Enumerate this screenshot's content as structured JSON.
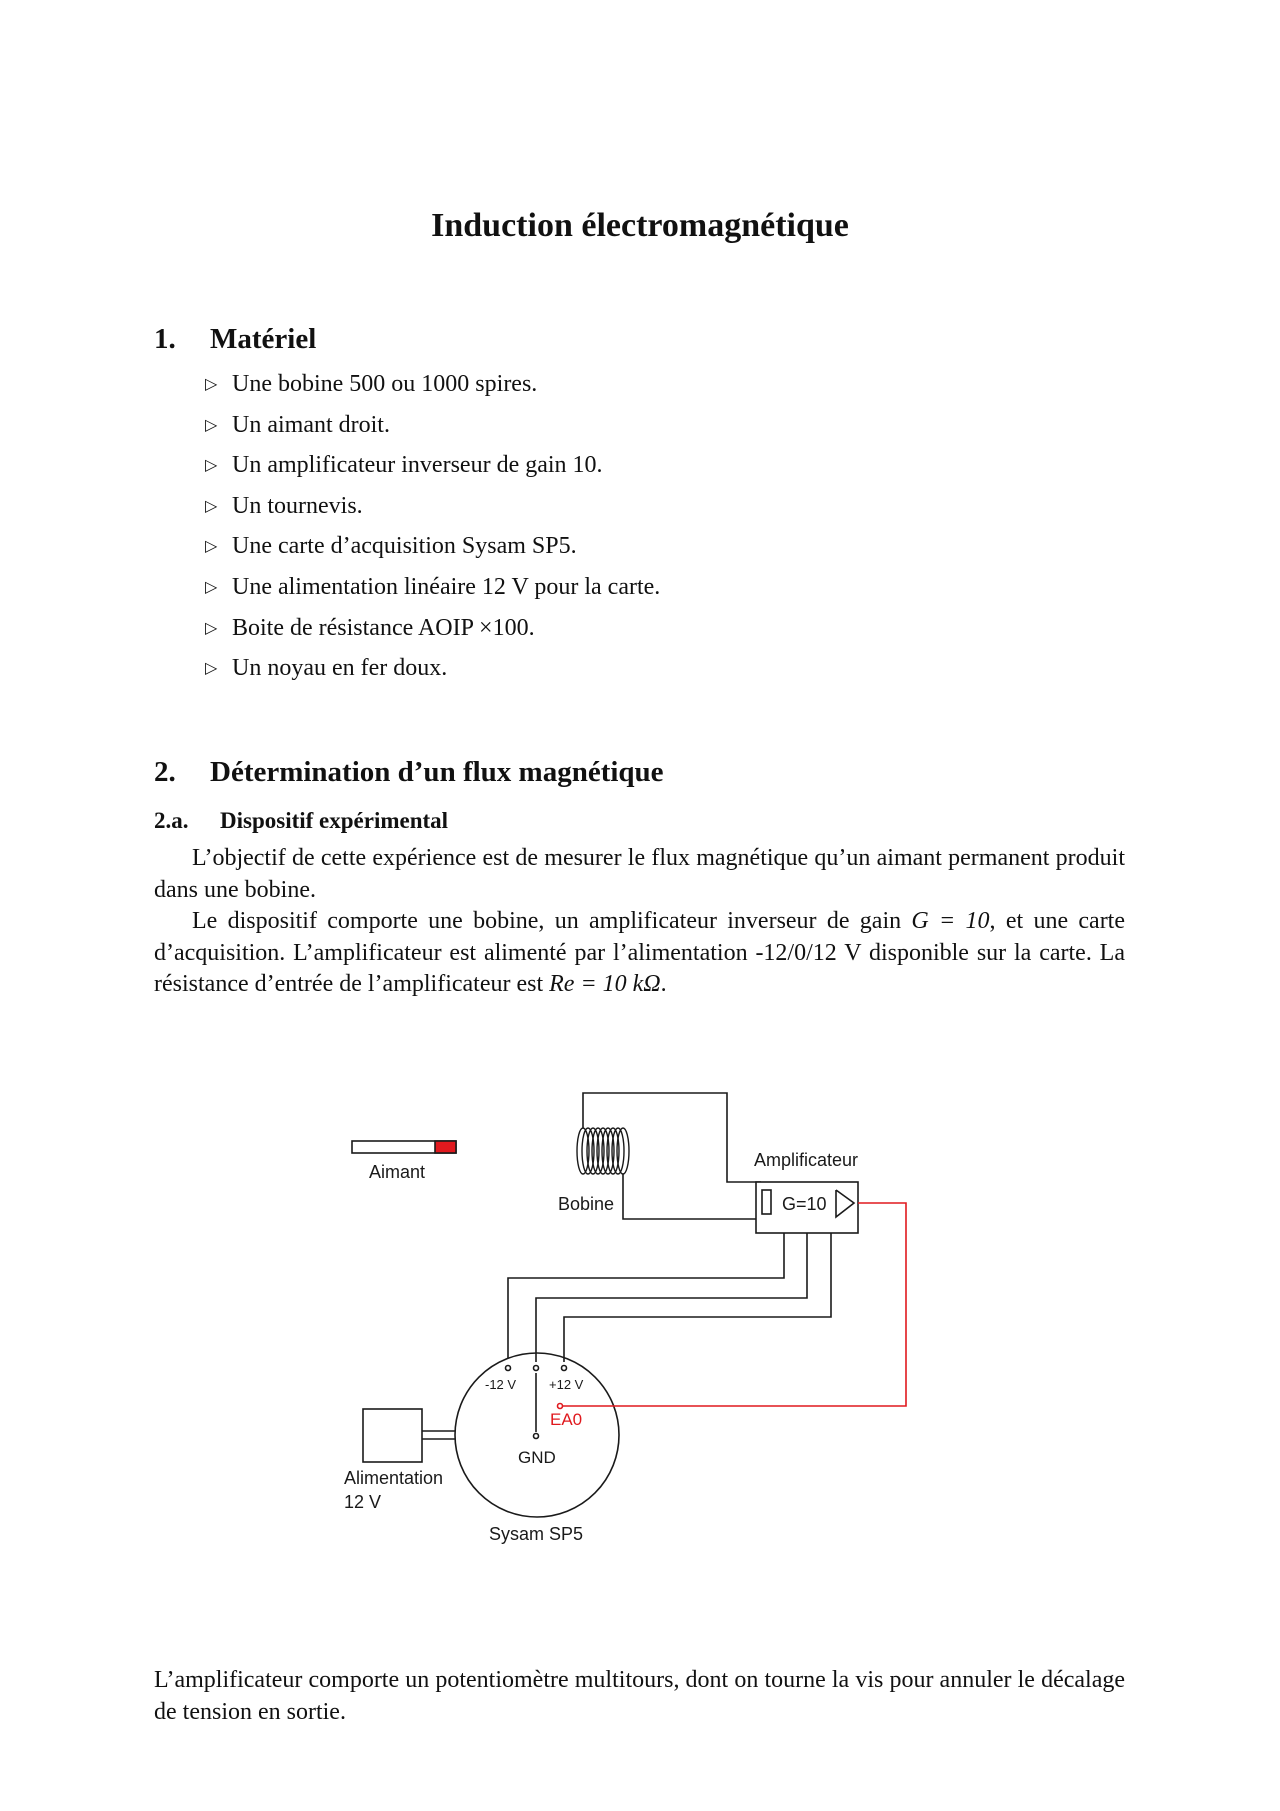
{
  "title": "Induction électromagnétique",
  "section1": {
    "number": "1.",
    "title": "Matériel",
    "items": [
      "Une bobine 500 ou 1000 spires.",
      "Un aimant droit.",
      "Un amplificateur inverseur de gain 10.",
      "Un tournevis.",
      "Une carte d’acquisition Sysam SP5.",
      "Une alimentation linéaire 12 V pour la carte.",
      "Boite de résistance AOIP ×100.",
      "Un noyau en fer doux."
    ]
  },
  "section2": {
    "number": "2.",
    "title": "Détermination d’un flux magnétique",
    "sub_number": "2.a.",
    "sub_title": "Dispositif expérimental",
    "para1": "L’objectif de cette expérience est de mesurer le flux magnétique qu’un aimant permanent produit dans une bobine.",
    "para2_a": "Le dispositif comporte une bobine, un amplificateur inverseur de gain ",
    "para2_gain": "G = 10",
    "para2_b": ", et une carte d’acquisition. L’amplificateur est alimenté par l’alimentation -12/0/12 V disponible sur la carte. La résistance d’entrée de l’amplificateur est ",
    "para2_re": "Re = 10 kΩ",
    "para2_c": ".",
    "para3": "L’amplificateur comporte un potentiomètre multitours, dont on tourne la vis pour annuler le décalage de tension en sortie."
  },
  "diagram": {
    "aimant": "Aimant",
    "bobine": "Bobine",
    "amplificateur": "Amplificateur",
    "gain": "G=10",
    "minus12": "-12 V",
    "plus12": "+12 V",
    "ea0": "EA0",
    "gnd": "GND",
    "alim_line1": "Alimentation",
    "alim_line2": "12 V",
    "sysam": "Sysam SP5",
    "colors": {
      "wire": "#1a1a1a",
      "signal": "#e0191e",
      "magnet_pole": "#e0191e"
    }
  }
}
